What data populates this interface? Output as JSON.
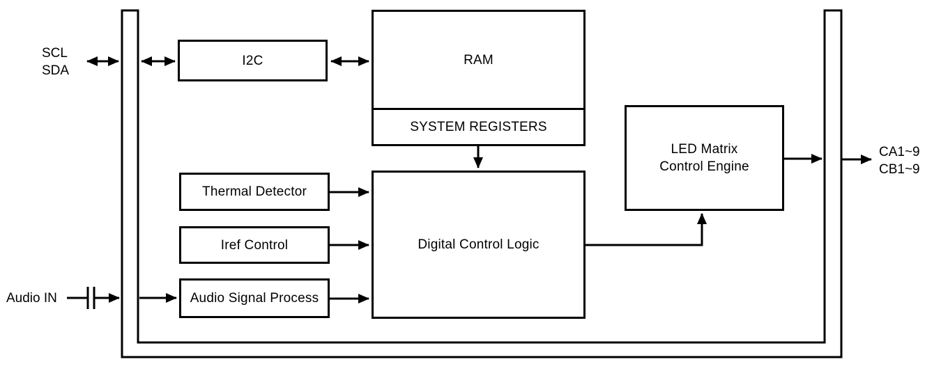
{
  "diagram": {
    "type": "block-diagram",
    "description": "LED matrix driver IC functional block diagram",
    "blocks": {
      "i2c": {
        "label": "I2C"
      },
      "ram": {
        "label": "RAM"
      },
      "system_registers": {
        "label": "SYSTEM REGISTERS"
      },
      "thermal_detector": {
        "label": "Thermal Detector"
      },
      "iref_control": {
        "label": "Iref Control"
      },
      "audio_signal_process": {
        "label": "Audio Signal Process"
      },
      "digital_control_logic": {
        "label": "Digital Control Logic"
      },
      "led_matrix_control_engine": {
        "label_line1": "LED Matrix",
        "label_line2": "Control Engine"
      }
    },
    "pins": {
      "scl": "SCL",
      "sda": "SDA",
      "audio_in": "Audio IN",
      "ca_out": "CA1~9",
      "cb_out": "CB1~9"
    },
    "connections": [
      "SCL/SDA <-> left pad ring",
      "left pad ring <-> I2C",
      "I2C <-> RAM",
      "SYSTEM REGISTERS -> Digital Control Logic",
      "Thermal Detector -> Digital Control Logic",
      "Iref Control -> Digital Control Logic",
      "Audio IN -(capacitor)-> left pad ring -> Audio Signal Process",
      "Audio Signal Process -> Digital Control Logic",
      "Digital Control Logic -> LED Matrix Control Engine",
      "LED Matrix Control Engine -> right pad ring",
      "right pad ring -> CA1~9 / CB1~9"
    ],
    "colors": {
      "line": "#000000",
      "background": "#ffffff",
      "text": "#000000"
    }
  }
}
